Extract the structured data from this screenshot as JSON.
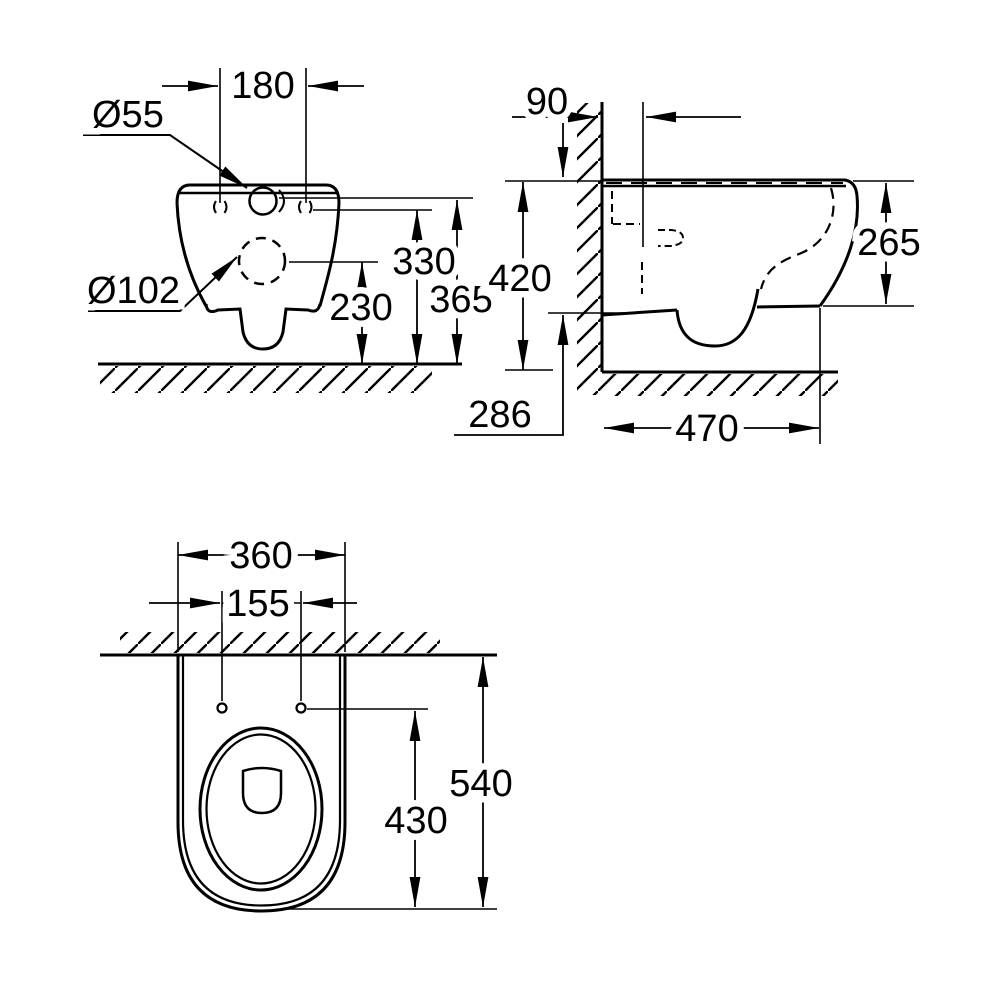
{
  "colors": {
    "line": "#000000",
    "background": "#ffffff"
  },
  "drawing": {
    "front_view": {
      "mount_hole_width": "180",
      "flush_hole_diameter": "Ø55",
      "outlet_diameter": "Ø102",
      "mount_hole_height": "330",
      "outlet_height": "230",
      "flush_hole_height": "365"
    },
    "side_view": {
      "wall_offset": "90",
      "rim_height": "420",
      "front_height": "265",
      "depth_at_wall": "286",
      "total_depth": "470"
    },
    "plan_view": {
      "body_width": "360",
      "mount_hole_spacing": "155",
      "total_length": "540",
      "hole_to_front_length": "430"
    }
  }
}
